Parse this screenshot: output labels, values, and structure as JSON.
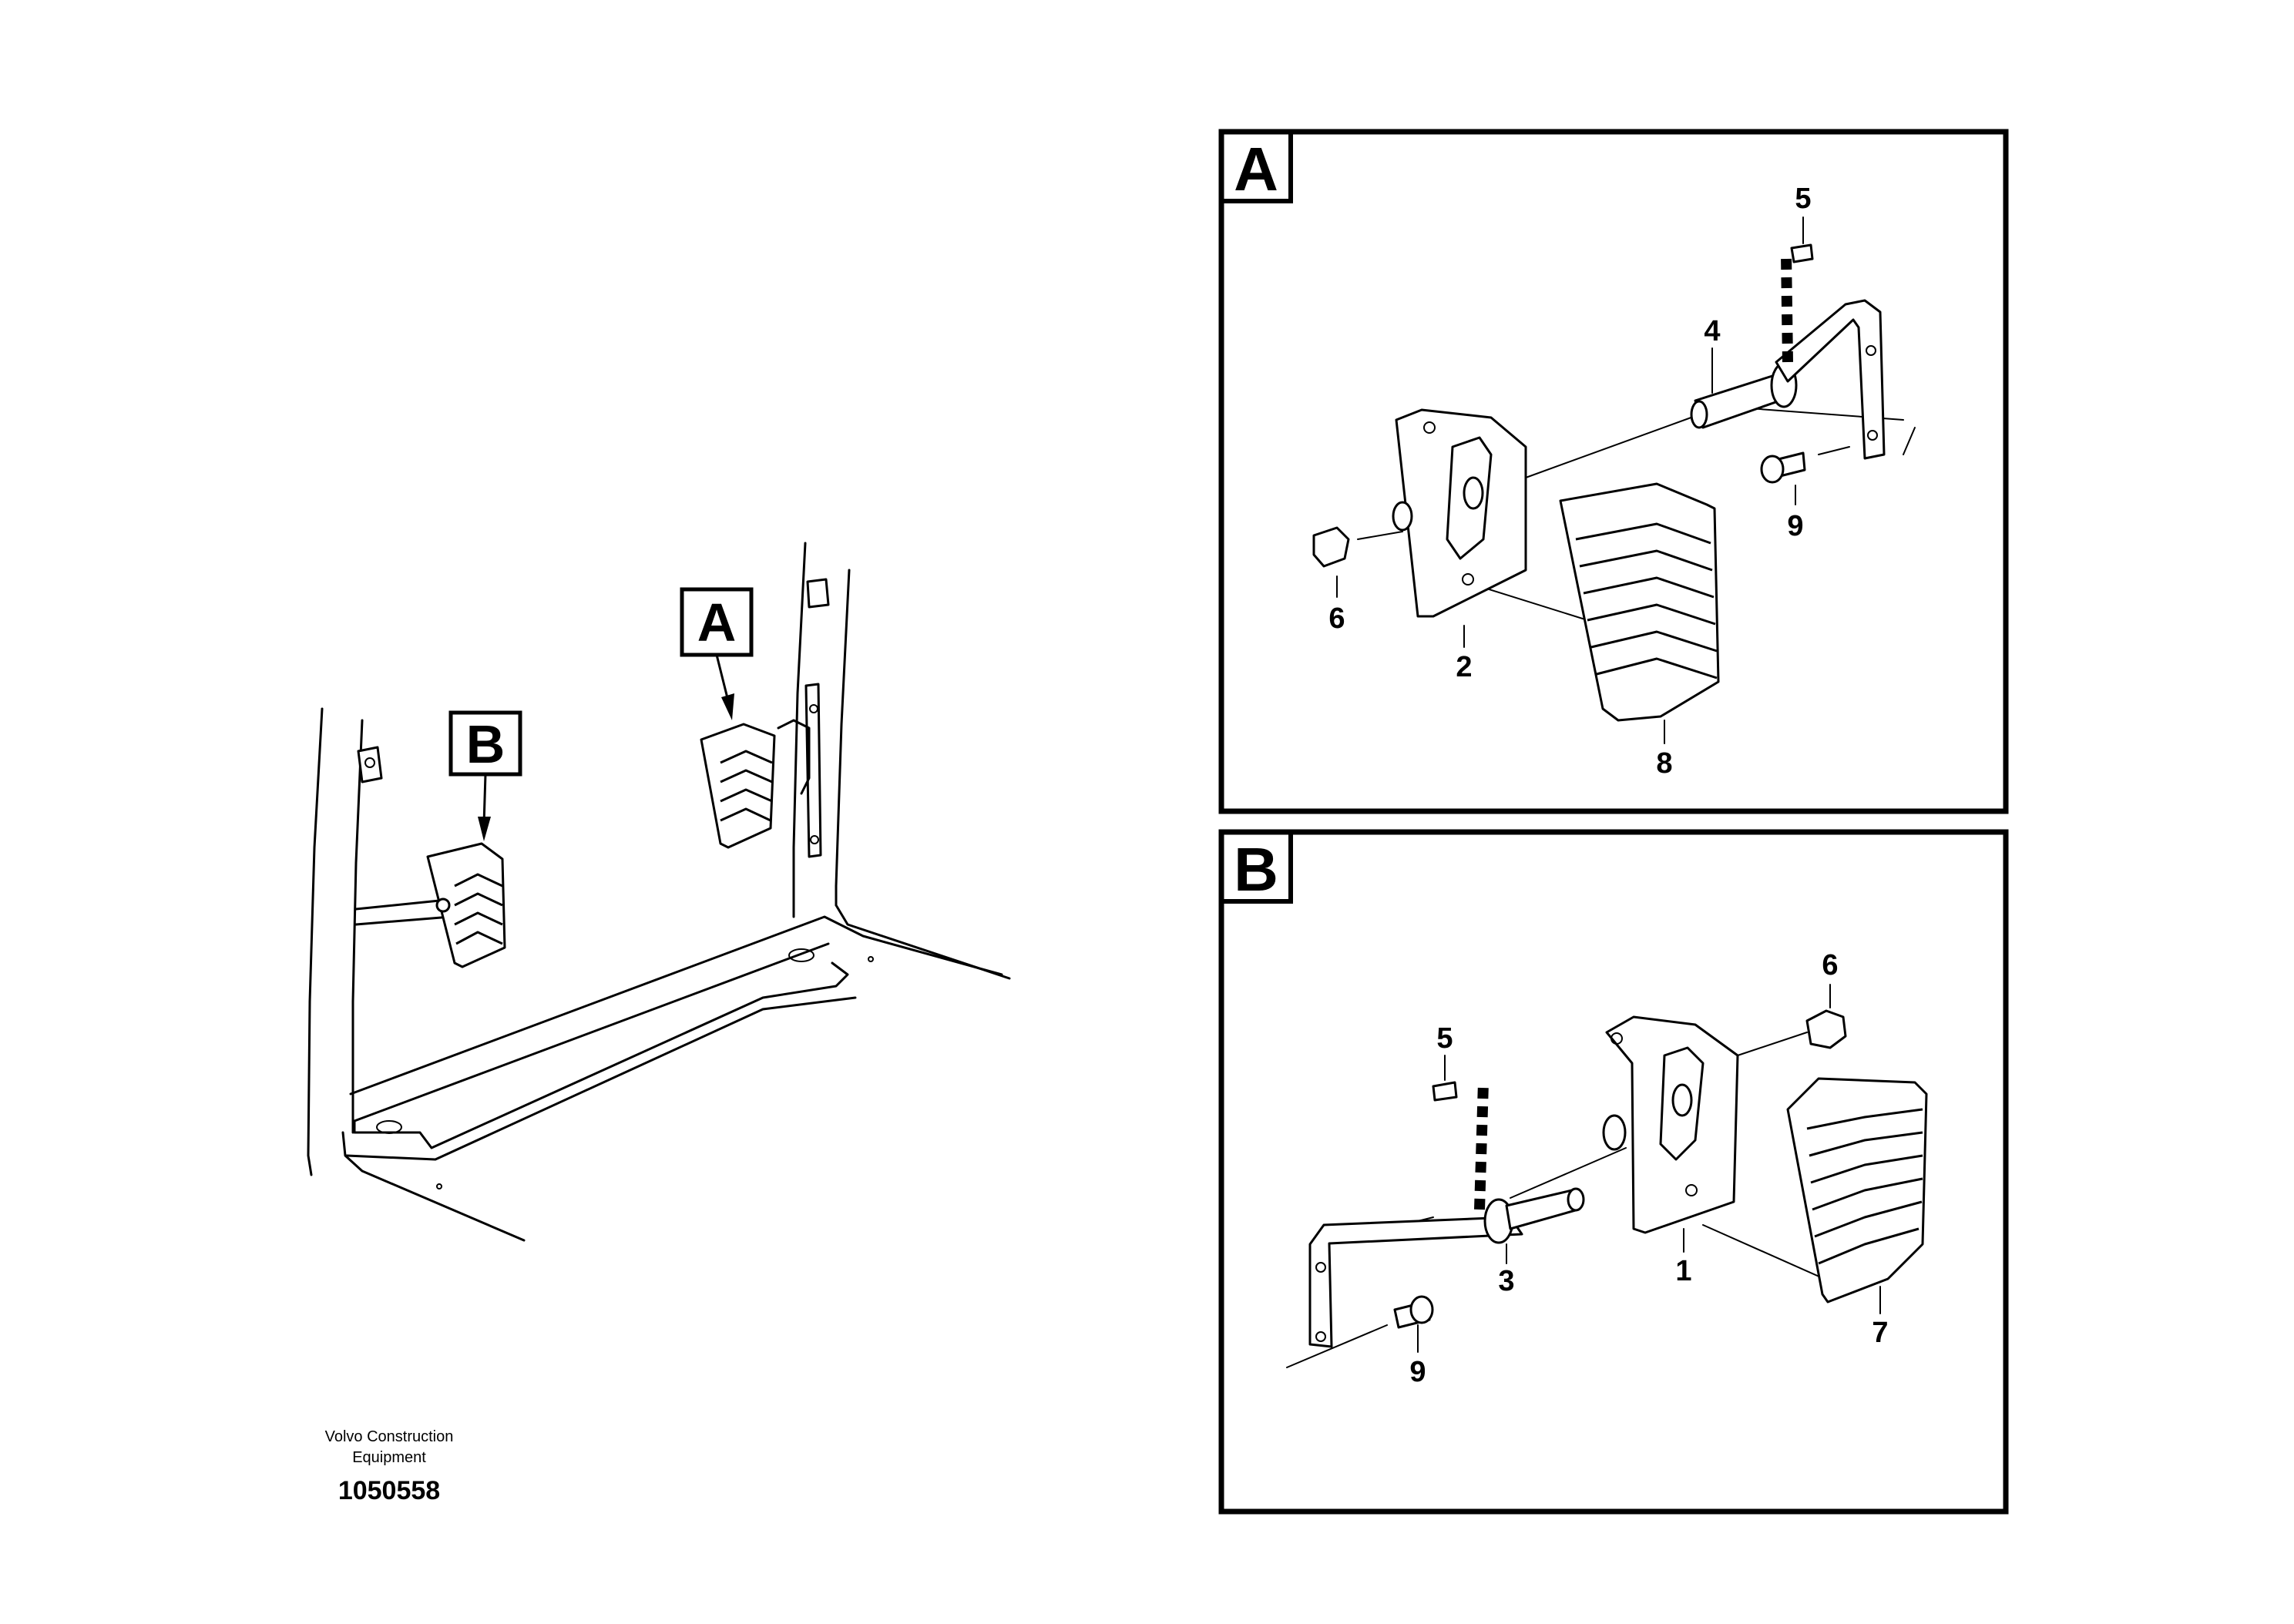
{
  "overview": {
    "label_a": "A",
    "label_b": "B"
  },
  "credit": {
    "line1": "Volvo Construction",
    "line2": "Equipment",
    "drawing_number": "1050558"
  },
  "panel_a": {
    "letter": "A",
    "callouts": {
      "c5": "5",
      "c4": "4",
      "c9": "9",
      "c6": "6",
      "c2": "2",
      "c8": "8"
    }
  },
  "panel_b": {
    "letter": "B",
    "callouts": {
      "c6": "6",
      "c5": "5",
      "c3": "3",
      "c1": "1",
      "c9": "9",
      "c7": "7"
    }
  }
}
